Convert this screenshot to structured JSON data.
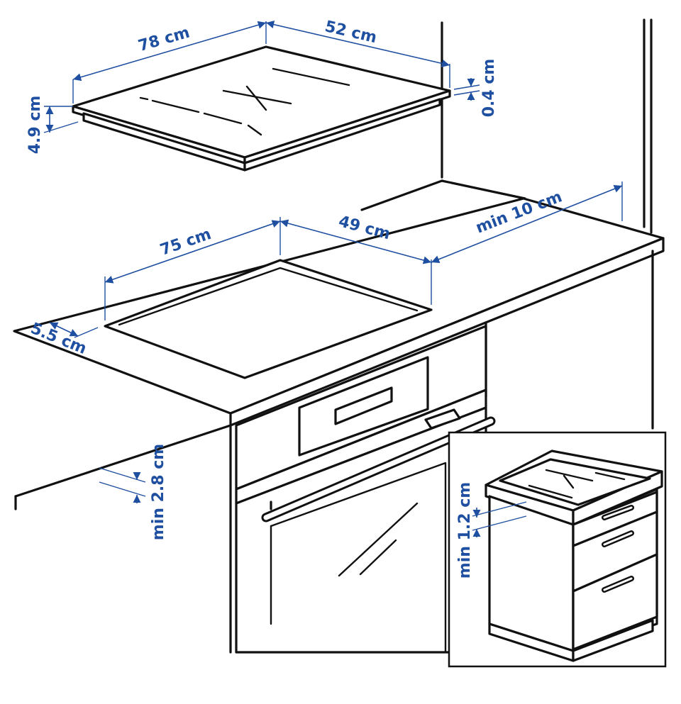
{
  "colors": {
    "dimension": "#1f4fa0",
    "line": "#111111",
    "background": "#ffffff"
  },
  "dimensions": {
    "hob_width": "78 cm",
    "hob_depth": "52 cm",
    "hob_height": "4.9 cm",
    "glass_thickness": "0.4 cm",
    "cutout_width": "75 cm",
    "cutout_depth": "49 cm",
    "wall_clearance": "min 10 cm",
    "front_edge_distance": "5.5 cm",
    "oven_clearance": "min 2.8 cm",
    "drawer_clearance": "min 1.2 cm"
  }
}
